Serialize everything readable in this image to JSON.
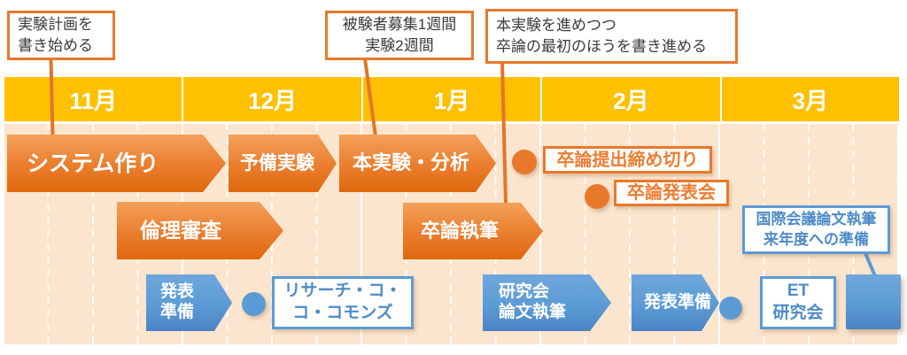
{
  "colors": {
    "accent_orange": "#ED7D31",
    "header_amber": "#FFC000",
    "accent_blue": "#5B9BD5",
    "body_background": "#FBE5CE"
  },
  "months": [
    "11月",
    "12月",
    "1月",
    "2月",
    "3月"
  ],
  "callouts": [
    {
      "line1": "実験計画を",
      "line2": "書き始める"
    },
    {
      "line1": "被験者募集1週間",
      "line2": "実験2週間"
    },
    {
      "line1": "本実験を進めつつ",
      "line2": "卒論の最初のほうを書き進める"
    }
  ],
  "orange_tasks": [
    {
      "label": "システム作り"
    },
    {
      "label": "予備実験"
    },
    {
      "label": "本実験・分析"
    },
    {
      "label": "倫理審査"
    },
    {
      "label": "卒論執筆"
    }
  ],
  "milestones": [
    {
      "label": "卒論提出締め切り"
    },
    {
      "label": "卒論発表会"
    }
  ],
  "blue_tasks": [
    {
      "line1": "発表",
      "line2": "準備"
    },
    {
      "line1": "研究会",
      "line2": "論文執筆"
    },
    {
      "line1": "発表準備"
    }
  ],
  "blue_events": [
    {
      "line1": "リサーチ・コ・",
      "line2": "コ・コモンズ"
    },
    {
      "line1": "ET",
      "line2": "研究会"
    },
    {
      "line1": "国際会議論文執筆",
      "line2": "来年度への準備"
    }
  ]
}
